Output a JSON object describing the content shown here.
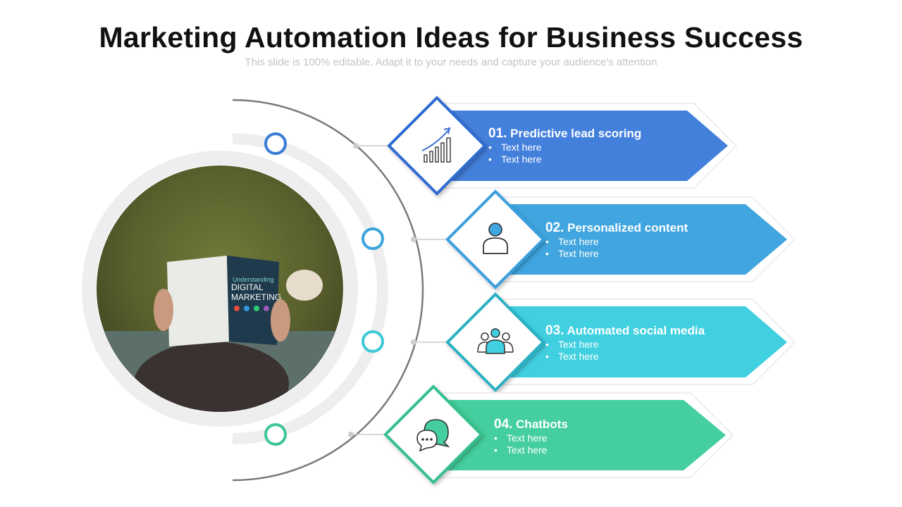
{
  "title": "Marketing Automation Ideas for Business Success",
  "subtitle": "This slide is 100% editable. Adapt it to your needs and capture your audience's attention",
  "photo": {
    "book_title_line1": "Understanding",
    "book_title_line2": "DIGITAL",
    "book_title_line3": "MARKETING"
  },
  "items": [
    {
      "number": "01.",
      "title": "Predictive lead scoring",
      "bullets": [
        "Text here",
        "Text here"
      ],
      "color": "#4380dc",
      "icon": "growth-chart-icon"
    },
    {
      "number": "02.",
      "title": "Personalized content",
      "bullets": [
        "Text here",
        "Text here"
      ],
      "color": "#41a5df",
      "icon": "user-icon"
    },
    {
      "number": "03.",
      "title": "Automated  social media",
      "bullets": [
        "Text here",
        "Text here"
      ],
      "color": "#40d0e0",
      "icon": "group-icon"
    },
    {
      "number": "04.",
      "title": "Chatbots",
      "bullets": [
        "Text here",
        "Text here"
      ],
      "color": "#45cf9e",
      "icon": "chat-bubbles-icon"
    }
  ]
}
